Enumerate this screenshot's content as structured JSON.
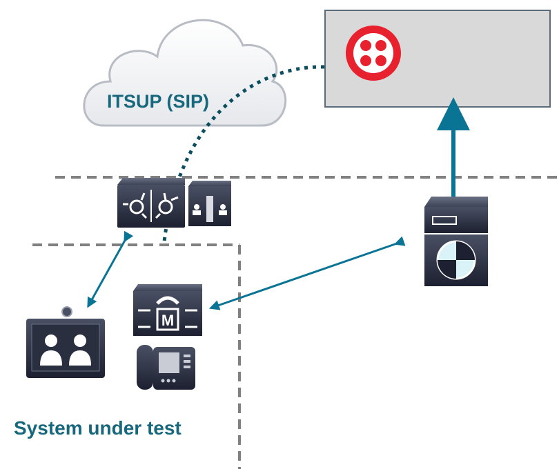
{
  "cloud": {
    "label": "ITSUP (SIP)"
  },
  "system_label": "System under test",
  "colors": {
    "accent": "#0a7494",
    "label": "#17677d",
    "dashed": "#808080",
    "twilio": "#e8212e",
    "device": "#2e3446"
  },
  "icons": [
    "cloud-icon",
    "twilio-logo",
    "sbc-icon",
    "firewall-icon",
    "server-icon",
    "video-endpoint-icon",
    "call-manager-icon",
    "ip-phone-icon"
  ]
}
